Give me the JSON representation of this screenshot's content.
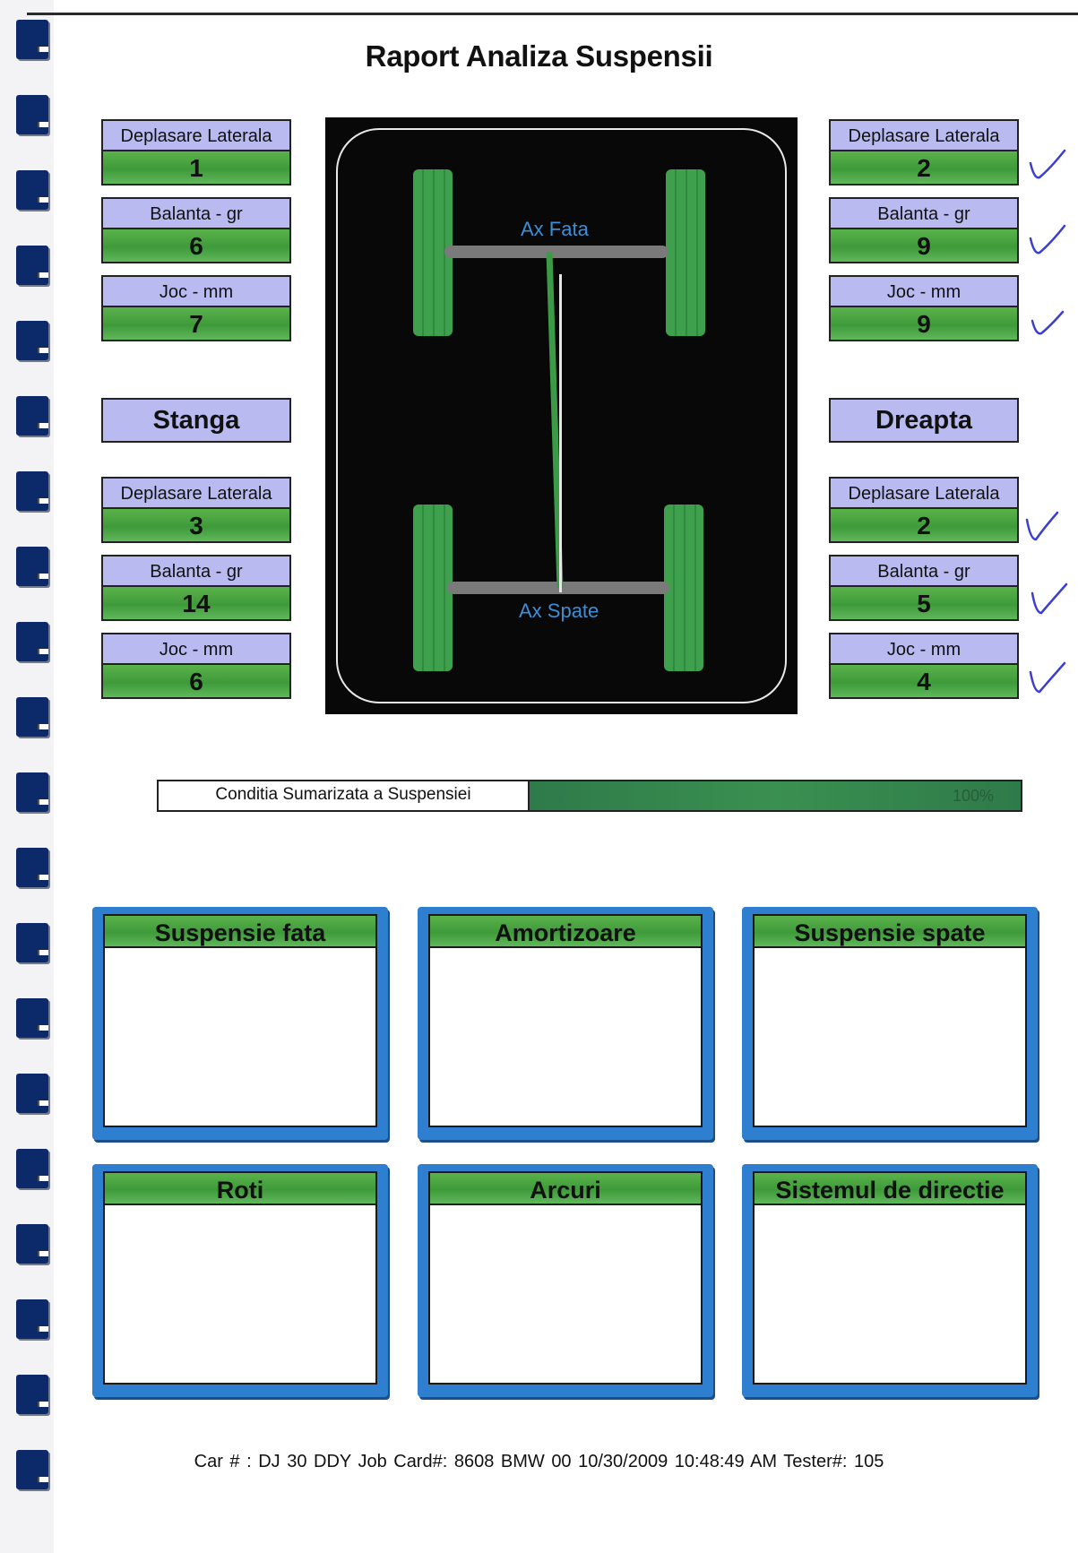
{
  "title": "Raport Analiza Suspensii",
  "left": {
    "heading": "Stanga",
    "front": [
      {
        "label": "Deplasare Laterala",
        "value": "1"
      },
      {
        "label": "Balanta - gr",
        "value": "6"
      },
      {
        "label": "Joc - mm",
        "value": "7"
      }
    ],
    "rear": [
      {
        "label": "Deplasare Laterala",
        "value": "3"
      },
      {
        "label": "Balanta - gr",
        "value": "14"
      },
      {
        "label": "Joc - mm",
        "value": "6"
      }
    ]
  },
  "right": {
    "heading": "Dreapta",
    "front": [
      {
        "label": "Deplasare Laterala",
        "value": "2"
      },
      {
        "label": "Balanta - gr",
        "value": "9"
      },
      {
        "label": "Joc - mm",
        "value": "9"
      }
    ],
    "rear": [
      {
        "label": "Deplasare Laterala",
        "value": "2"
      },
      {
        "label": "Balanta - gr",
        "value": "5"
      },
      {
        "label": "Joc - mm",
        "value": "4"
      }
    ]
  },
  "diagram": {
    "front_axle_label": "Ax Fata",
    "rear_axle_label": "Ax Spate"
  },
  "summary": {
    "label": "Conditia Sumarizata a Suspensiei",
    "percent_text": "100%",
    "fraction": 1.0
  },
  "cards": [
    {
      "title": "Suspensie fata"
    },
    {
      "title": "Amortizoare"
    },
    {
      "title": "Suspensie spate"
    },
    {
      "title": "Roti"
    },
    {
      "title": "Arcuri"
    },
    {
      "title": "Sistemul de directie"
    }
  ],
  "footer": "Car # : DJ 30 DDY  Job Card#: 8608  BMW  00    10/30/2009 10:48:49 AM   Tester#: 105",
  "colors": {
    "label_blue": "#b9bbf0",
    "value_green": "#4aa843",
    "card_blue": "#2f7fd0",
    "check_ink": "#3b3fd0"
  }
}
